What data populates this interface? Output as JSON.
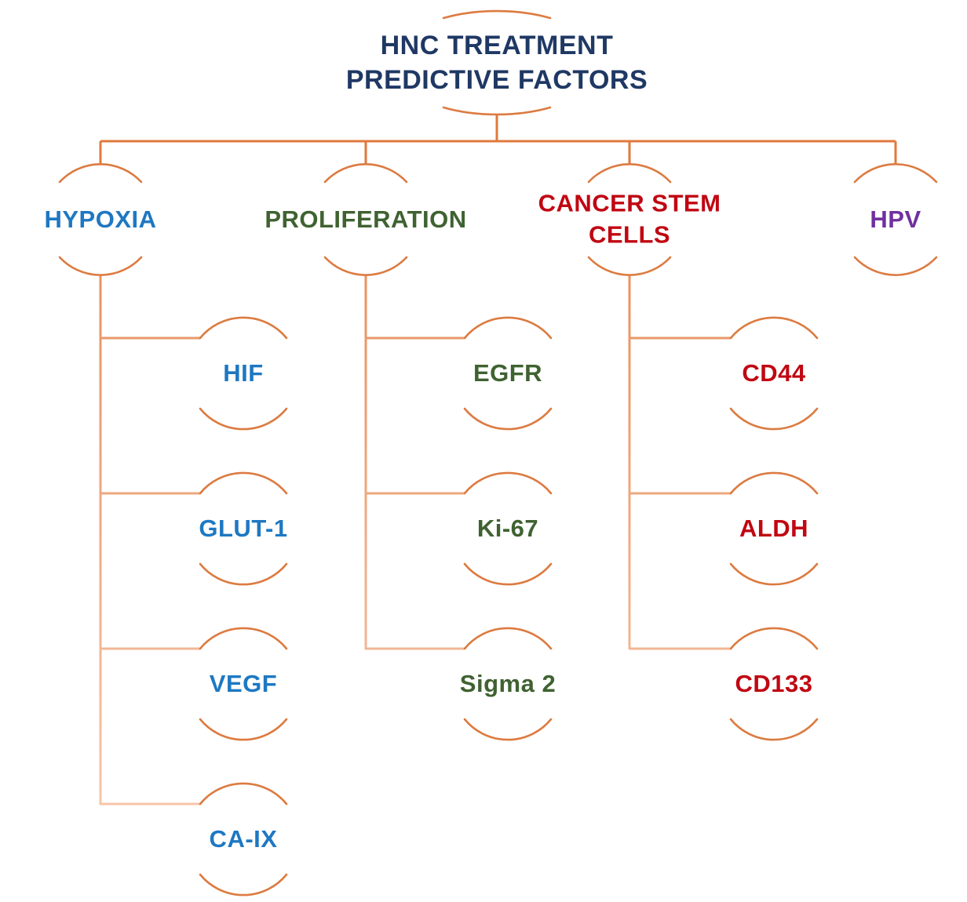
{
  "title": "HNC TREATMENT\nPREDICTIVE FACTORS",
  "palette": {
    "root_text": "#1F3864",
    "hypoxia_text": "#1E78C2",
    "proliferation_text": "#3F6231",
    "cancer_stem_cells_text": "#C00712",
    "hpv_text": "#7030A0",
    "connector_orange": "#E0793C",
    "connector_salmon": "#F5BDA0",
    "node_ring_orange": "#DC7B41"
  },
  "branches": [
    {
      "label": "HYPOXIA",
      "markers": [
        "HIF",
        "GLUT-1",
        "VEGF",
        "CA-IX"
      ]
    },
    {
      "label": "PROLIFERATION",
      "markers": [
        "EGFR",
        "Ki-67",
        "Sigma 2"
      ]
    },
    {
      "label": "CANCER STEM\nCELLS",
      "markers": [
        "CD44",
        "ALDH",
        "CD133"
      ]
    },
    {
      "label": "HPV",
      "markers": []
    }
  ]
}
